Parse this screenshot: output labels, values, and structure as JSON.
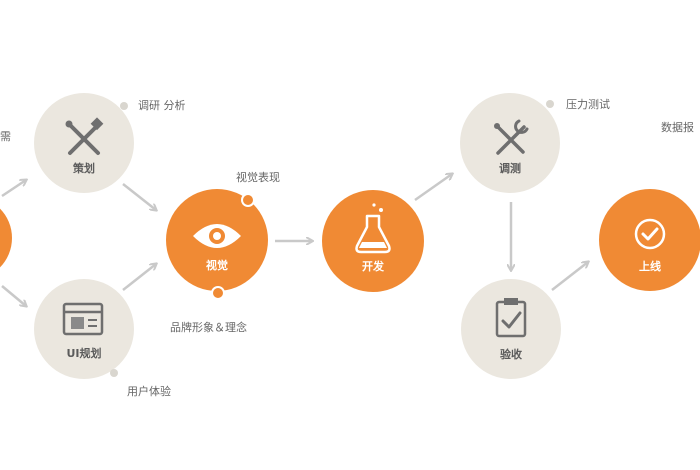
{
  "colors": {
    "orange": "#f08a34",
    "gray_node": "#ebe7df",
    "icon_gray": "#6f6f6f",
    "arrow": "#c9c9c9",
    "text": "#666666"
  },
  "nodes": {
    "plan": {
      "label": "策划",
      "icon": "tools-cross-icon"
    },
    "ui": {
      "label": "UI规划",
      "icon": "browser-window-icon"
    },
    "visual": {
      "label": "视觉",
      "icon": "eye-icon"
    },
    "develop": {
      "label": "开发",
      "icon": "flask-icon"
    },
    "test": {
      "label": "调测",
      "icon": "wrench-screwdriver-icon"
    },
    "accept": {
      "label": "验收",
      "icon": "clipboard-check-icon"
    },
    "launch": {
      "label": "上线",
      "icon": "checkmark-circle-icon"
    }
  },
  "annotations": {
    "research": "调研 分析",
    "visual_expression": "视觉表现",
    "brand_image": "品牌形象＆理念",
    "user_experience": "用户体验",
    "stress_test": "压力测试",
    "data_partial": "数据报",
    "left_partial": "需"
  }
}
